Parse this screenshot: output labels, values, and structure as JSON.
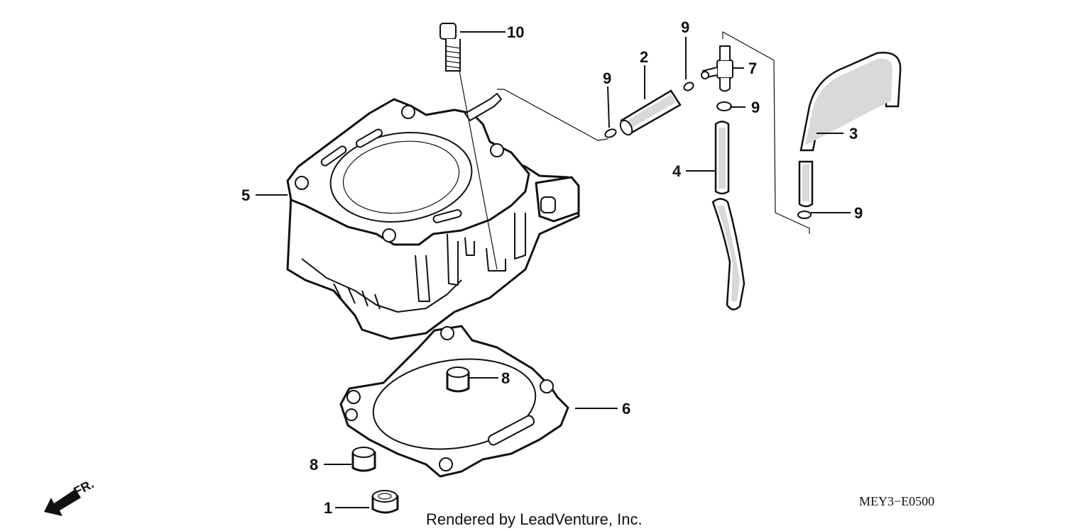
{
  "callouts": {
    "c1": "1",
    "c2": "2",
    "c3": "3",
    "c4": "4",
    "c5": "5",
    "c6": "6",
    "c7": "7",
    "c8a": "8",
    "c8b": "8",
    "c9a": "9",
    "c9b": "9",
    "c9c": "9",
    "c9d": "9",
    "c10": "10"
  },
  "diagram_code": "MEY3−E0500",
  "credit": "Rendered by LeadVenture, Inc.",
  "front_indicator": "FR."
}
